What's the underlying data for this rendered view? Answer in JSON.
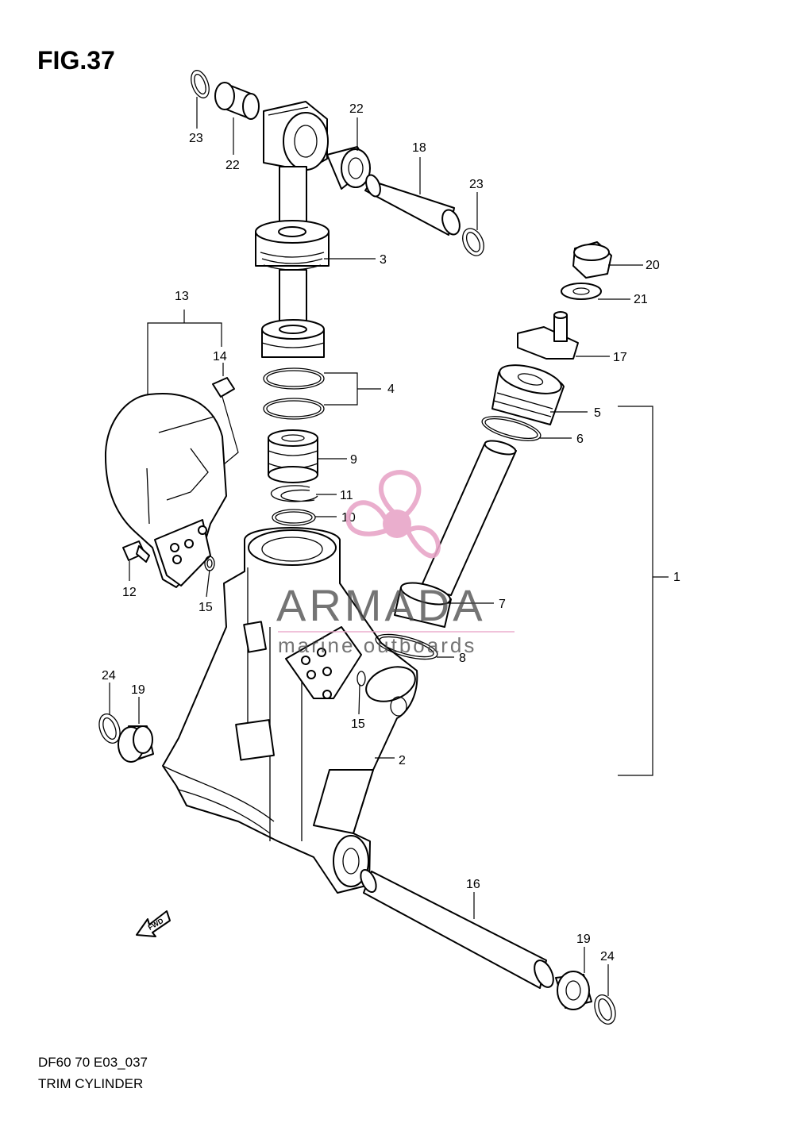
{
  "figure": {
    "title": "FIG.37",
    "code": "DF60 70 E03_037",
    "name": "TRIM CYLINDER",
    "fwd_label": "FWD"
  },
  "watermark": {
    "brand": "ARMADA",
    "tagline": "marine outboards",
    "accent_color": "#e8a6c8",
    "text_color": "#4a4a4a"
  },
  "callouts": [
    {
      "id": "c1",
      "label": "1"
    },
    {
      "id": "c2",
      "label": "2"
    },
    {
      "id": "c3",
      "label": "3"
    },
    {
      "id": "c4",
      "label": "4"
    },
    {
      "id": "c5",
      "label": "5"
    },
    {
      "id": "c6",
      "label": "6"
    },
    {
      "id": "c7",
      "label": "7"
    },
    {
      "id": "c8",
      "label": "8"
    },
    {
      "id": "c9",
      "label": "9"
    },
    {
      "id": "c10",
      "label": "10"
    },
    {
      "id": "c11",
      "label": "11"
    },
    {
      "id": "c12",
      "label": "12"
    },
    {
      "id": "c13",
      "label": "13"
    },
    {
      "id": "c14",
      "label": "14"
    },
    {
      "id": "c15a",
      "label": "15"
    },
    {
      "id": "c15b",
      "label": "15"
    },
    {
      "id": "c16",
      "label": "16"
    },
    {
      "id": "c17",
      "label": "17"
    },
    {
      "id": "c18",
      "label": "18"
    },
    {
      "id": "c19a",
      "label": "19"
    },
    {
      "id": "c19b",
      "label": "19"
    },
    {
      "id": "c20",
      "label": "20"
    },
    {
      "id": "c21",
      "label": "21"
    },
    {
      "id": "c22a",
      "label": "22"
    },
    {
      "id": "c22b",
      "label": "22"
    },
    {
      "id": "c23a",
      "label": "23"
    },
    {
      "id": "c23b",
      "label": "23"
    },
    {
      "id": "c24a",
      "label": "24"
    },
    {
      "id": "c24b",
      "label": "24"
    }
  ]
}
